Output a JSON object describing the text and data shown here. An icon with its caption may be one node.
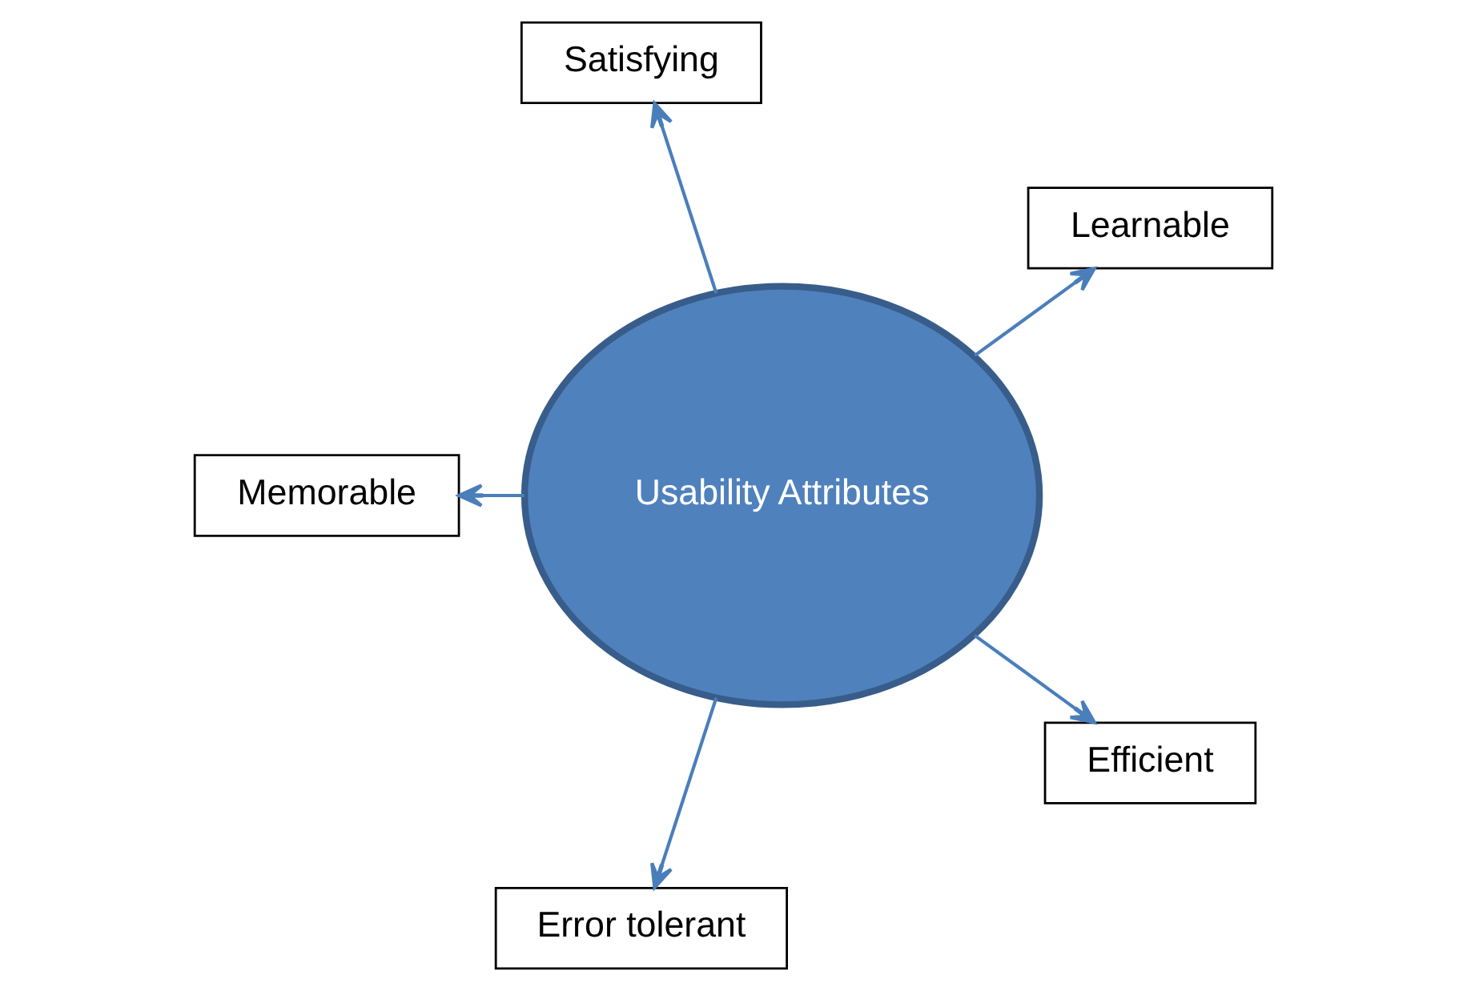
{
  "diagram": {
    "nodes": [
      {
        "text": [
          "Usability Attributes"
        ]
      },
      {
        "text": [
          "Learnable"
        ]
      },
      {
        "text": [
          "Satisfying"
        ]
      },
      {
        "text": [
          "Memorable"
        ]
      },
      {
        "text": [
          "Error tolerant"
        ]
      },
      {
        "text": [
          "Efficient"
        ]
      }
    ],
    "edges": [
      {
        "from": 0,
        "to": 1,
        "arrow": "to"
      },
      {
        "from": 0,
        "to": 2,
        "arrow": "to"
      },
      {
        "from": 0,
        "to": 3,
        "arrow": "to"
      },
      {
        "from": 0,
        "to": 4,
        "arrow": "to"
      },
      {
        "from": 0,
        "to": 5,
        "arrow": "to"
      }
    ]
  }
}
